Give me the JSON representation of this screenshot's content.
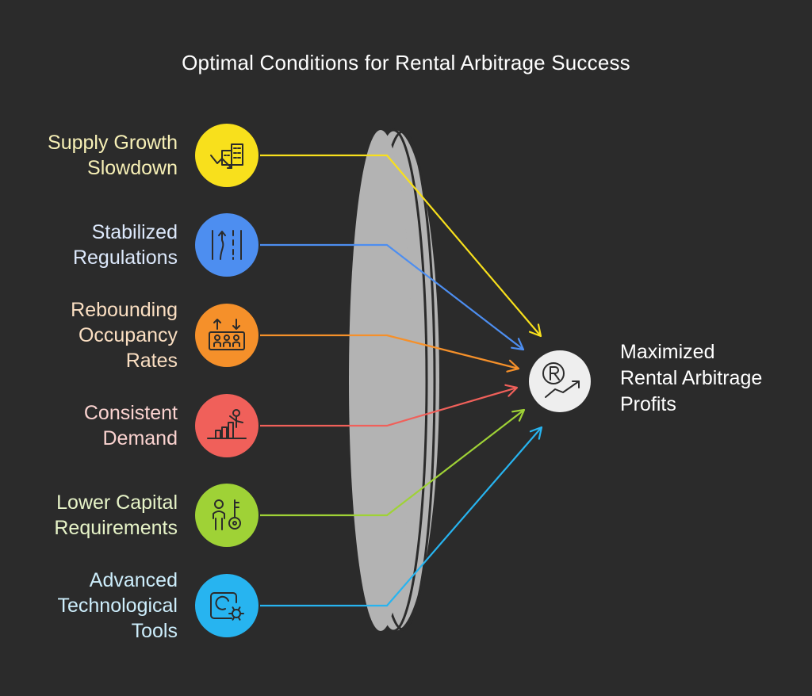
{
  "title": "Optimal Conditions for Rental Arbitrage Success",
  "factors": [
    {
      "lines": [
        "Supply Growth",
        "Slowdown"
      ],
      "color": "#f8e01c",
      "text_color": "#f7f0b6",
      "icon": "building-decline-icon"
    },
    {
      "lines": [
        "Stabilized",
        "Regulations"
      ],
      "color": "#4d8ef0",
      "text_color": "#dce8fb",
      "icon": "road-lanes-icon"
    },
    {
      "lines": [
        "Rebounding",
        "Occupancy",
        "Rates"
      ],
      "color": "#f5902a",
      "text_color": "#fbdfc2",
      "icon": "people-occupancy-icon"
    },
    {
      "lines": [
        "Consistent",
        "Demand"
      ],
      "color": "#f0605a",
      "text_color": "#fbd3d0",
      "icon": "person-growth-chart-icon"
    },
    {
      "lines": [
        "Lower Capital",
        "Requirements"
      ],
      "color": "#9fd236",
      "text_color": "#e7f4c8",
      "icon": "person-key-icon"
    },
    {
      "lines": [
        "Advanced",
        "Technological",
        "Tools"
      ],
      "color": "#27b4f0",
      "text_color": "#cdeefc",
      "icon": "device-gear-icon"
    }
  ],
  "result": {
    "lines": [
      "Maximized",
      "Rental Arbitrage",
      "Profits"
    ],
    "color": "#eeeeee",
    "icon": "rental-profit-icon"
  },
  "lens": {
    "color": "#b3b3b3"
  }
}
